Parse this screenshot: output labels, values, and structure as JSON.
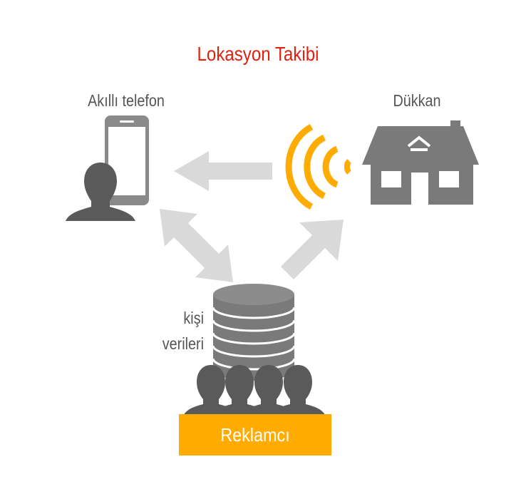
{
  "title": "Lokasyon Takibi",
  "nodes": {
    "smartphone": "Akıllı telefon",
    "store": "Dükkan",
    "person_data": [
      "kişi",
      "verileri"
    ],
    "advertiser": "Reklamcı"
  },
  "colors": {
    "title": "#e02010",
    "accent": "#ffab00",
    "icon": "#5a5a5a",
    "arrow": "#d9d9d9"
  }
}
